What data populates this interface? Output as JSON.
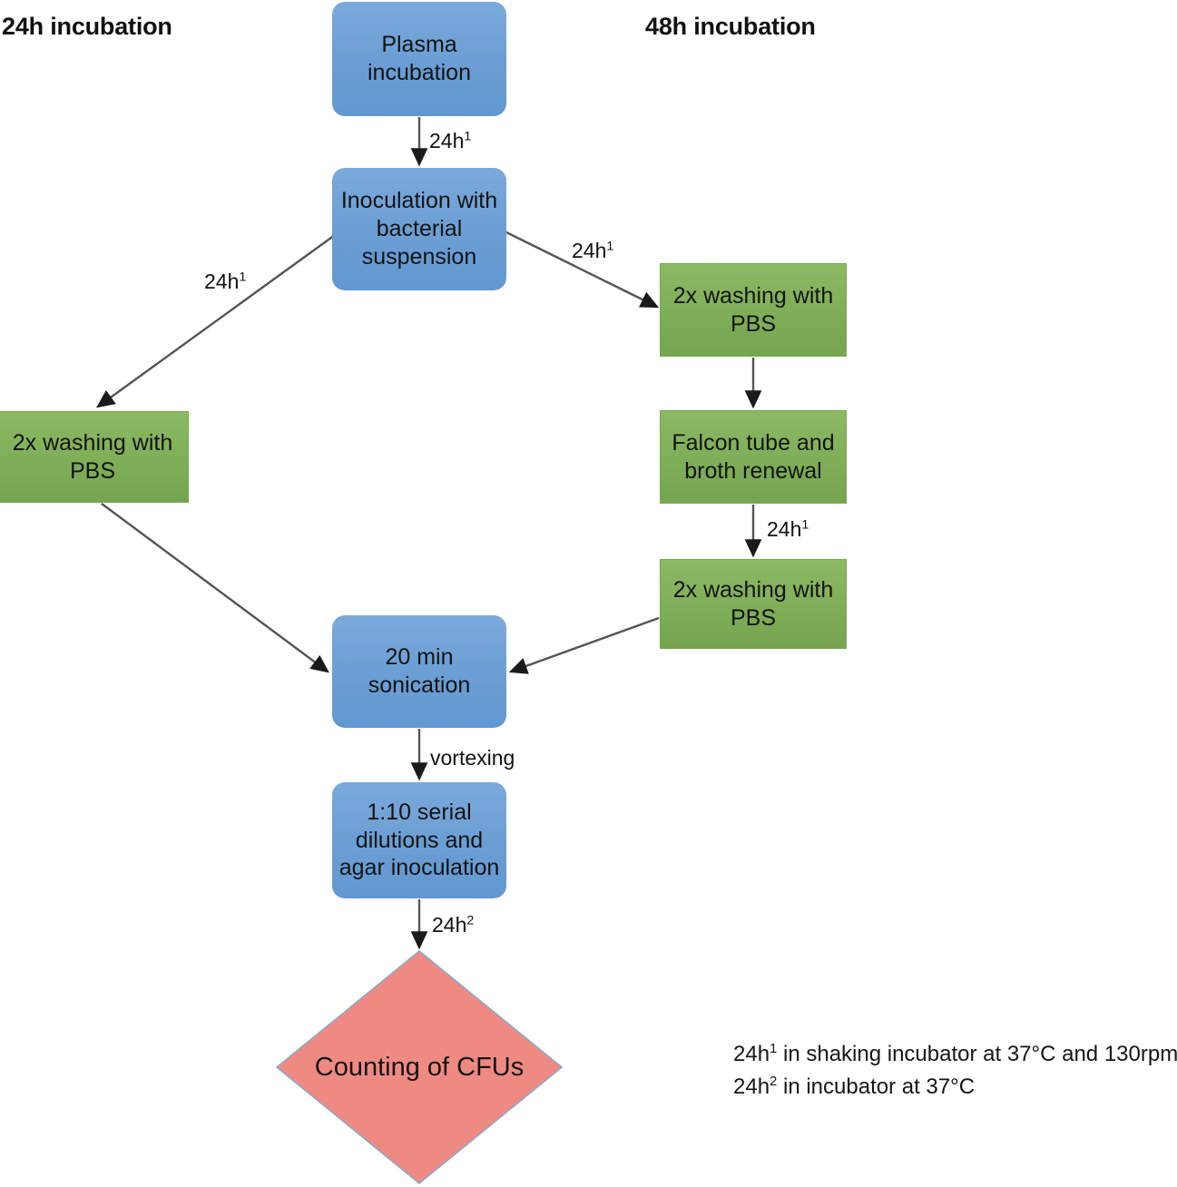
{
  "headers": {
    "left": "24h incubation",
    "right": "48h incubation"
  },
  "nodes": {
    "plasma": "Plasma incubation",
    "inoculation": "Inoculation with bacterial suspension",
    "wash_left": "2x washing with PBS",
    "wash_right_1": "2x washing with PBS",
    "falcon": "Falcon tube and broth renewal",
    "wash_right_2": "2x washing with PBS",
    "sonication": "20 min sonication",
    "dilutions": "1:10 serial dilutions and agar inoculation",
    "counting": "Counting of CFUs"
  },
  "edge_labels": {
    "plasma_to_inoculation": "24h",
    "plasma_to_inoculation_sup": "1",
    "inoculation_to_wash_left": "24h",
    "inoculation_to_wash_left_sup": "1",
    "inoculation_to_wash_right": "24h",
    "inoculation_to_wash_right_sup": "1",
    "falcon_to_wash": "24h",
    "falcon_to_wash_sup": "1",
    "sonication_to_dilutions": "vortexing",
    "dilutions_to_counting": "24h",
    "dilutions_to_counting_sup": "2"
  },
  "footnotes": [
    {
      "marker": "24h",
      "sup": "1",
      "text": " in shaking incubator at 37°C and 130rpm"
    },
    {
      "marker": "24h",
      "sup": "2",
      "text": " in incubator at 37°C"
    }
  ],
  "colors": {
    "blue": "#6a9ed4",
    "green": "#7fae58",
    "salmon": "#ef8a82",
    "arrow": "#404040",
    "text": "#131313",
    "background": "#ffffff"
  }
}
